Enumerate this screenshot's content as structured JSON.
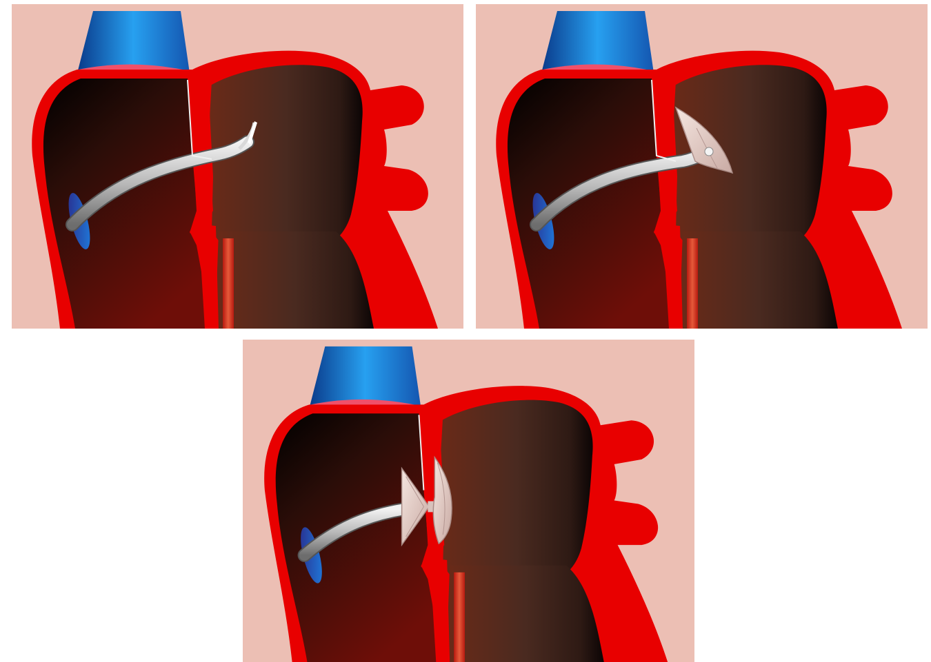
{
  "figure": {
    "panels": [
      {
        "id": "panel-1",
        "stage": "catheter-crossing-septum"
      },
      {
        "id": "panel-2",
        "stage": "left-atrial-disc-deployed"
      },
      {
        "id": "panel-3",
        "stage": "device-released-both-discs"
      }
    ],
    "colors": {
      "background": "#ecbfb4",
      "heart-wall": "#e80000",
      "right-atrium-dark": "#0a0303",
      "left-atrium-dark": "#3a1a12",
      "vena-cava": "#1f7fd8",
      "catheter": "#c8c8c8",
      "occluder-disc": "#e6d0ca"
    }
  }
}
